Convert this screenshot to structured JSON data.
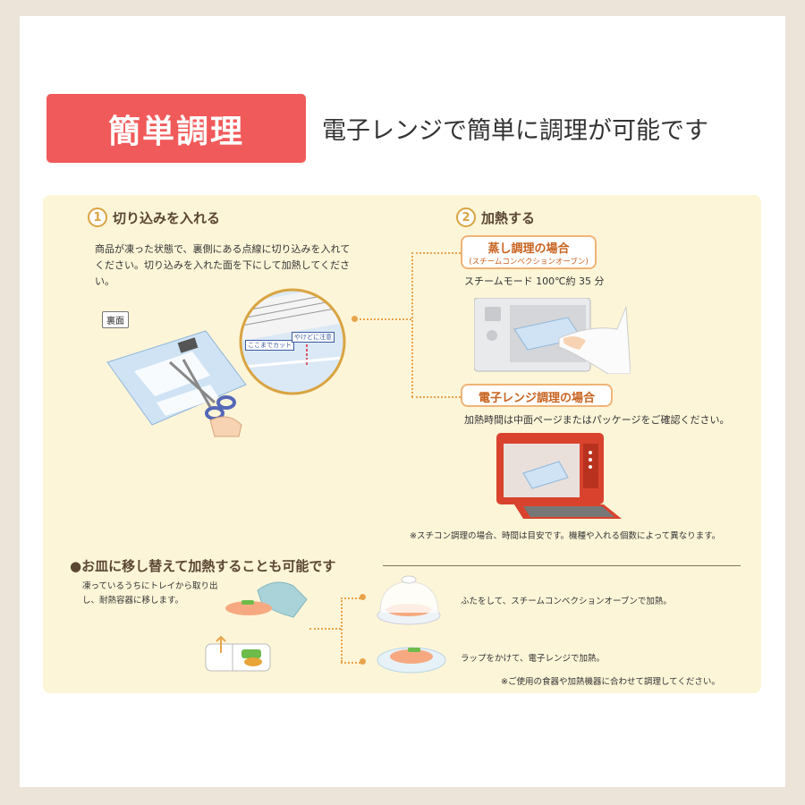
{
  "header": {
    "tag": "簡単調理",
    "headline": "電子レンジで簡単に調理が可能です"
  },
  "step1": {
    "number": "1",
    "title": "切り込みを入れる",
    "text": "商品が凍った状態で、裏側にある点線に切り込みを入れてください。切り込みを入れた面を下にして加熱してください。",
    "back_label": "裏面",
    "package_cut_label": "ここまでカット",
    "package_tab_label": "やけどに注意"
  },
  "step2": {
    "number": "2",
    "title": "加熱する",
    "steam": {
      "label": "蒸し調理の場合",
      "sub": "(スチームコンベクションオーブン)",
      "desc": "スチームモード 100℃約 35 分"
    },
    "microwave": {
      "label": "電子レンジ調理の場合",
      "desc": "加熱時間は中面ページまたはパッケージをご確認ください。"
    },
    "note": "※スチコン調理の場合、時間は目安です。機種や入れる個数によって異なります。"
  },
  "transfer": {
    "title": "●お皿に移し替えて加熱することも可能です",
    "text": "凍っているうちにトレイから取り出し、耐熱容器に移します。",
    "option1": "ふたをして、スチームコンベクションオーブンで加熱。",
    "option2": "ラップをかけて、電子レンジで加熱。",
    "note": "※ご使用の食器や加熱機器に合わせて調理してください。"
  },
  "colors": {
    "accent": "#f15a5a",
    "panel": "#fdf5d8",
    "dotted": "#e8a44c",
    "microwave": "#d9432e"
  }
}
